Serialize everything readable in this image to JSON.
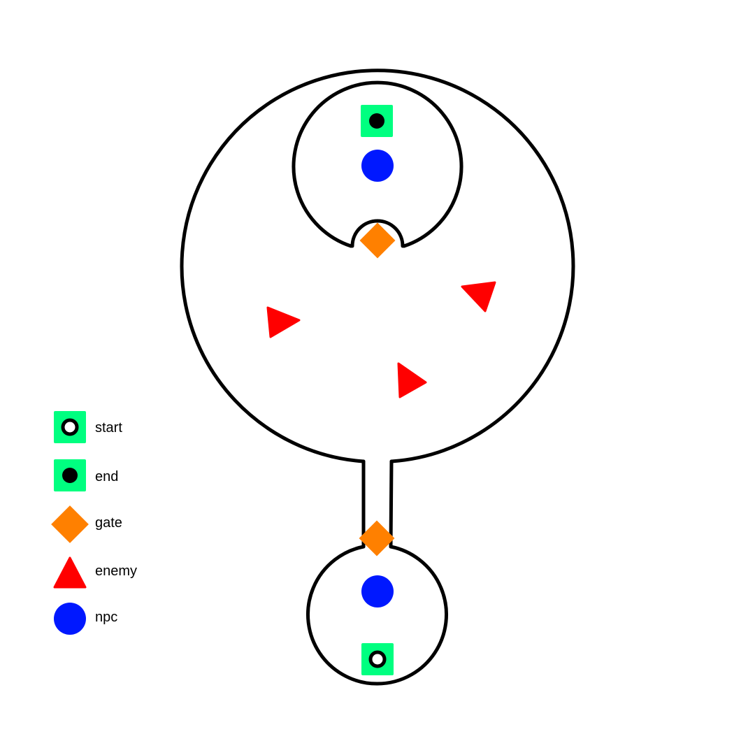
{
  "legend": {
    "start_label": "start",
    "end_label": "end",
    "gate_label": "gate",
    "enemy_label": "enemy",
    "npc_label": "npc"
  },
  "colors": {
    "background": "#ffffff",
    "wall": "#000000",
    "start_end_tile": "#00ff80",
    "gate": "#ff8000",
    "enemy": "#ff0000",
    "npc": "#0018ff",
    "legend_text": "#000000"
  },
  "icons": {
    "start": "start-marker-icon",
    "end": "end-marker-icon",
    "gate": "gate-diamond-icon",
    "enemy": "enemy-triangle-icon",
    "npc": "npc-circle-icon"
  }
}
